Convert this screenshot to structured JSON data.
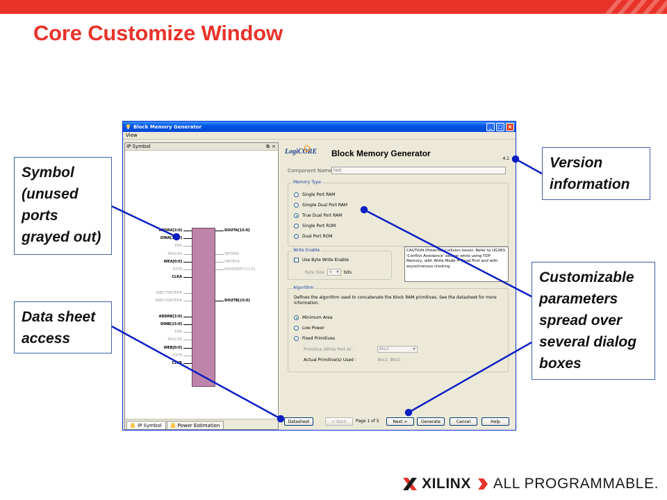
{
  "slide": {
    "title": "Core Customize Window",
    "brand": "XILINX",
    "tagline": "ALL PROGRAMMABLE."
  },
  "callouts": {
    "symbol": "Symbol (unused ports grayed out)",
    "datasheet": "Data sheet access",
    "version": "Version information",
    "params": "Customizable parameters spread over several dialog boxes"
  },
  "window": {
    "title": "Block Memory Generator",
    "menu": [
      "View"
    ],
    "left_pane": {
      "title": "IP Symbol",
      "tabs": [
        "IP Symbol",
        "Power Estimation"
      ],
      "ports_left": [
        {
          "label": "ADDRA[3:0]",
          "active": true
        },
        {
          "label": "DINA[15:0]",
          "active": true
        },
        {
          "label": "ENA",
          "active": false
        },
        {
          "label": "REGCEA",
          "active": false
        },
        {
          "label": "WEA[0:0]",
          "active": true
        },
        {
          "label": "RSTA",
          "active": false
        },
        {
          "label": "CLKA",
          "active": true
        },
        {
          "label": "INJECTSBITERR",
          "active": false
        },
        {
          "label": "INJECTDBITERR",
          "active": false
        },
        {
          "label": "ADDRB[3:0]",
          "active": true
        },
        {
          "label": "DINB[15:0]",
          "active": true
        },
        {
          "label": "ENB",
          "active": false
        },
        {
          "label": "REGCEB",
          "active": false
        },
        {
          "label": "WEB[0:0]",
          "active": true
        },
        {
          "label": "RSTB",
          "active": false
        },
        {
          "label": "CLKB",
          "active": true
        }
      ],
      "ports_right": [
        {
          "label": "DOUTA[15:0]",
          "active": true
        },
        {
          "label": "SBITERR",
          "active": false
        },
        {
          "label": "DBITERR",
          "active": false
        },
        {
          "label": "RDADDRECC[3:0]",
          "active": false
        },
        {
          "label": "DOUTB[15:0]",
          "active": true
        }
      ]
    },
    "right_pane": {
      "logo": "LogiCORE",
      "header_title": "Block Memory Generator",
      "version": "4.1",
      "component_name_label": "Component Name",
      "component_name_value": "test",
      "memory_type": {
        "label": "Memory Type",
        "options": [
          "Single Port RAM",
          "Simple Dual Port RAM",
          "True Dual Port RAM",
          "Single Port ROM",
          "Dual Port ROM"
        ],
        "selected": "True Dual Port RAM"
      },
      "write_enable": {
        "label": "Write Enable",
        "checkbox_label": "Use Byte Write Enable",
        "checked": false,
        "byte_size_label": "Byte Size",
        "byte_size_value": "9",
        "bits_label": "bits"
      },
      "caution_text": "CAUTION (Potential Collision Issue): Refer to UG383, 'Conflict Avoidance' section while using TDP Memory, with Write Mode = Read First and with asynchronous clocking",
      "algorithm": {
        "label": "Algorithm",
        "description": "Defines the algorithm used to concatenate the block RAM primitives.  See the datasheet for more information.",
        "options": [
          "Minimum Area",
          "Low Power",
          "Fixed Primitives"
        ],
        "selected": "Minimum Area",
        "primitive_label": "Primitive (Write Port A) :",
        "primitive_value": "8kx2",
        "actual_label": "Actual Primitive(s) Used :",
        "actual_value": "4kx2, 8kx2"
      },
      "buttons": {
        "datasheet": "Datasheet",
        "back": "< Back",
        "page": "Page 1 of 5",
        "next": "Next >",
        "generate": "Generate",
        "cancel": "Cancel",
        "help": "Help"
      }
    }
  },
  "colors": {
    "accent": "#e8332a",
    "leader": "#0c1fc4",
    "symbol_fill": "#bf84aa",
    "xp_title": "#0054e3"
  }
}
